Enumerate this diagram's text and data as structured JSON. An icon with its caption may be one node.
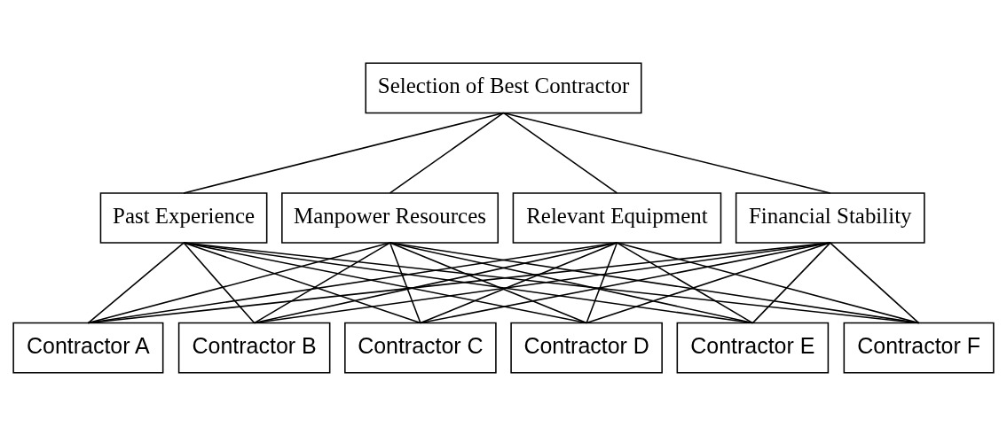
{
  "diagram": {
    "nodes": [
      {
        "text": [
          "Selection of Best Contractor"
        ]
      },
      {
        "text": [
          "Past Experience"
        ]
      },
      {
        "text": [
          "Manpower Resources"
        ]
      },
      {
        "text": [
          "Relevant Equipment"
        ]
      },
      {
        "text": [
          "Financial Stability"
        ]
      },
      {
        "text": [
          "Contractor A"
        ]
      },
      {
        "text": [
          "Contractor B"
        ]
      },
      {
        "text": [
          "Contractor C"
        ]
      },
      {
        "text": [
          "Contractor D"
        ]
      },
      {
        "text": [
          "Contractor E"
        ]
      },
      {
        "text": [
          "Contractor F"
        ]
      }
    ],
    "edges": [
      {
        "from": 0,
        "to": 1,
        "arrow": "none"
      },
      {
        "from": 0,
        "to": 2,
        "arrow": "none"
      },
      {
        "from": 0,
        "to": 3,
        "arrow": "none"
      },
      {
        "from": 0,
        "to": 4,
        "arrow": "none"
      },
      {
        "from": 1,
        "to": 5,
        "arrow": "none"
      },
      {
        "from": 1,
        "to": 6,
        "arrow": "none"
      },
      {
        "from": 1,
        "to": 7,
        "arrow": "none"
      },
      {
        "from": 1,
        "to": 8,
        "arrow": "none"
      },
      {
        "from": 1,
        "to": 9,
        "arrow": "none"
      },
      {
        "from": 1,
        "to": 10,
        "arrow": "none"
      },
      {
        "from": 2,
        "to": 5,
        "arrow": "none"
      },
      {
        "from": 2,
        "to": 6,
        "arrow": "none"
      },
      {
        "from": 2,
        "to": 7,
        "arrow": "none"
      },
      {
        "from": 2,
        "to": 8,
        "arrow": "none"
      },
      {
        "from": 2,
        "to": 9,
        "arrow": "none"
      },
      {
        "from": 2,
        "to": 10,
        "arrow": "none"
      },
      {
        "from": 3,
        "to": 5,
        "arrow": "none"
      },
      {
        "from": 3,
        "to": 6,
        "arrow": "none"
      },
      {
        "from": 3,
        "to": 7,
        "arrow": "none"
      },
      {
        "from": 3,
        "to": 8,
        "arrow": "none"
      },
      {
        "from": 3,
        "to": 9,
        "arrow": "none"
      },
      {
        "from": 3,
        "to": 10,
        "arrow": "none"
      },
      {
        "from": 4,
        "to": 5,
        "arrow": "none"
      },
      {
        "from": 4,
        "to": 6,
        "arrow": "none"
      },
      {
        "from": 4,
        "to": 7,
        "arrow": "none"
      },
      {
        "from": 4,
        "to": 8,
        "arrow": "none"
      },
      {
        "from": 4,
        "to": 9,
        "arrow": "none"
      },
      {
        "from": 4,
        "to": 10,
        "arrow": "none"
      }
    ]
  }
}
